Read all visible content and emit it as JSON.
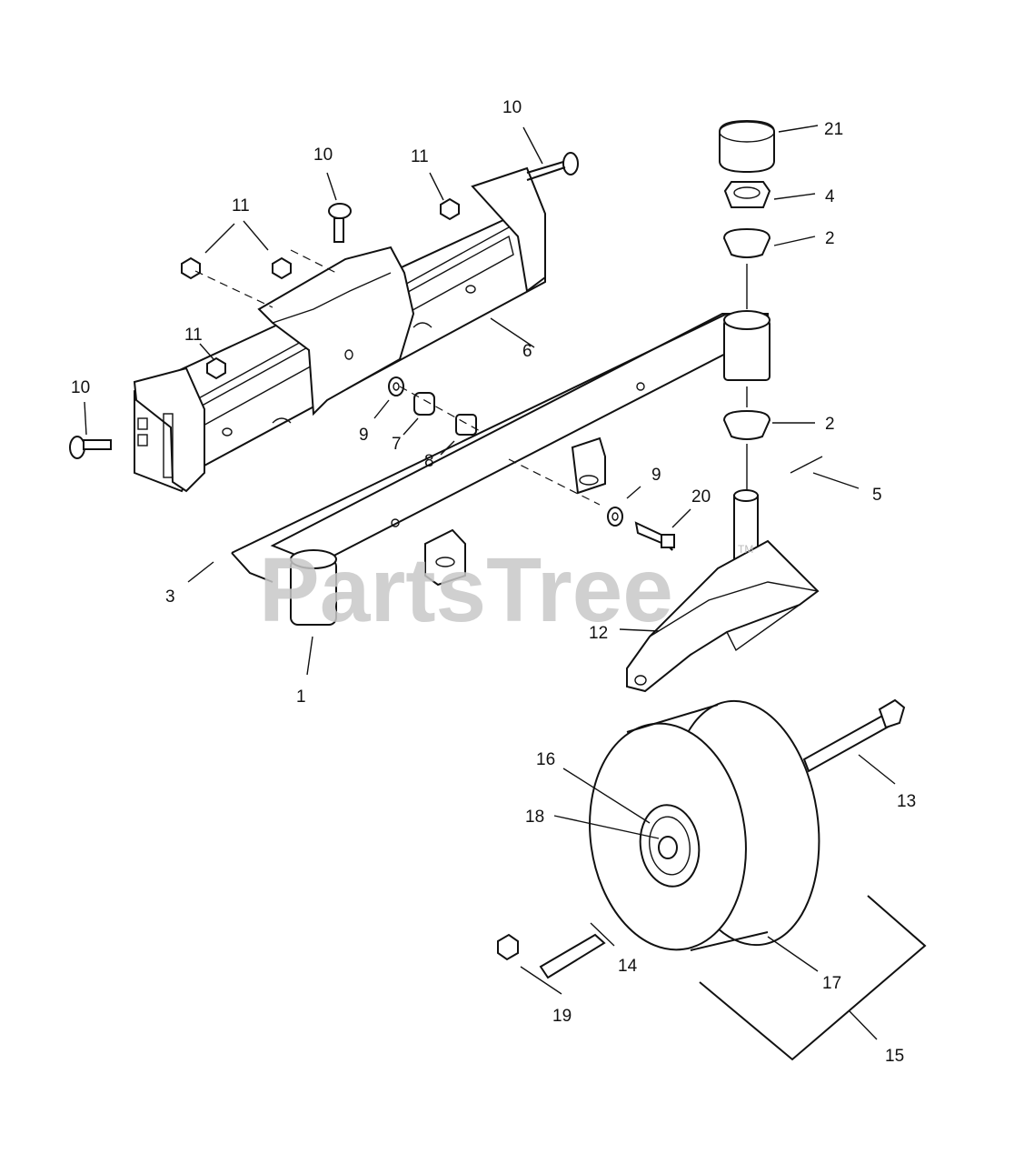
{
  "watermark": {
    "text": "PartsTree",
    "trademark": "TM"
  },
  "part_labels": [
    "1",
    "2",
    "2",
    "3",
    "4",
    "5",
    "6",
    "7",
    "8",
    "9",
    "9",
    "10",
    "10",
    "10",
    "11",
    "11",
    "11",
    "12",
    "13",
    "14",
    "15",
    "16",
    "17",
    "18",
    "19",
    "20",
    "21"
  ]
}
